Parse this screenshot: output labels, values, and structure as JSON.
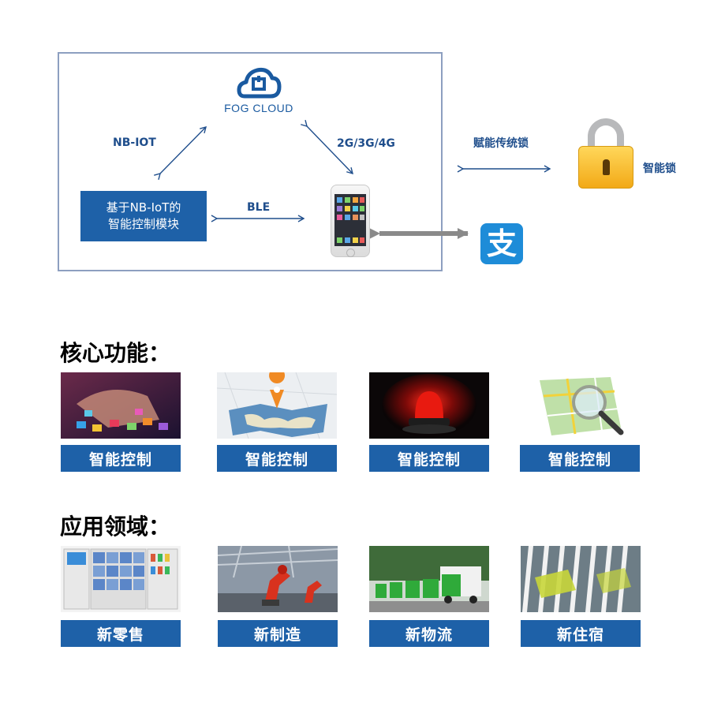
{
  "diagram": {
    "cloud_label": "FOG CLOUD",
    "edge_nbiot": "NB-IOT",
    "edge_cellular": "2G/3G/4G",
    "edge_ble": "BLE",
    "module_line1": "基于NB-IoT的",
    "module_line2": "智能控制模块",
    "edge_empower": "赋能传统锁",
    "lock_label": "智能锁",
    "alipay_glyph": "支",
    "colors": {
      "brand_blue": "#1e61a8",
      "frame": "#8d9fc0",
      "alipay": "#1e8cd8"
    }
  },
  "core": {
    "title": "核心功能：",
    "cards": [
      {
        "label": "智能控制",
        "image": "touch-apps-photo"
      },
      {
        "label": "智能控制",
        "image": "map-pin-photo"
      },
      {
        "label": "智能控制",
        "image": "red-alarm-light-photo"
      },
      {
        "label": "智能控制",
        "image": "map-magnifier-photo"
      }
    ]
  },
  "apps": {
    "title": "应用领域：",
    "cards": [
      {
        "label": "新零售",
        "image": "vending-machine-photo"
      },
      {
        "label": "新制造",
        "image": "factory-robot-photo"
      },
      {
        "label": "新物流",
        "image": "trucks-photo"
      },
      {
        "label": "新住宿",
        "image": "building-facade-photo"
      }
    ]
  }
}
